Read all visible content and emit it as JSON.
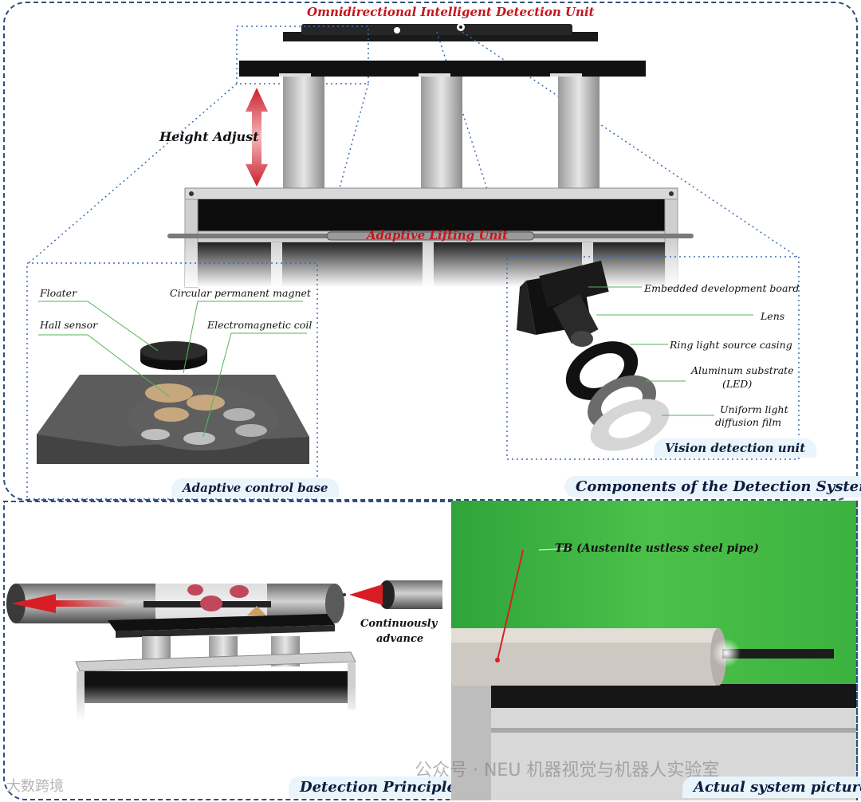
{
  "top": {
    "title": "Omnidirectional Intelligent Detection Unit",
    "height_label": "Height Adjust",
    "lifting_label": "Adaptive Lifting Unit",
    "panel_caption": "Components of the Detection System"
  },
  "base": {
    "labels": {
      "floater": "Floater",
      "magnet": "Circular permanent magnet",
      "hall": "Hall sensor",
      "coil": "Electromagnetic coil"
    },
    "caption": "Adaptive control base"
  },
  "vision": {
    "labels": {
      "board": "Embedded development board",
      "lens": "Lens",
      "ring": "Ring light source casing",
      "substrate_1": "Aluminum substrate",
      "substrate_2": "(LED)",
      "film_1": "Uniform light",
      "film_2": "diffusion film"
    },
    "caption": "Vision detection unit"
  },
  "principle": {
    "advance_1": "Continuously",
    "advance_2": "advance",
    "caption": "Detection Principle"
  },
  "actual": {
    "tb_label": "TB (Austenite ustless steel pipe)",
    "caption": "Actual system picture"
  },
  "watermarks": {
    "left": "大数跨境",
    "right": "公众号 · NEU 机器视觉与机器人实验室"
  }
}
